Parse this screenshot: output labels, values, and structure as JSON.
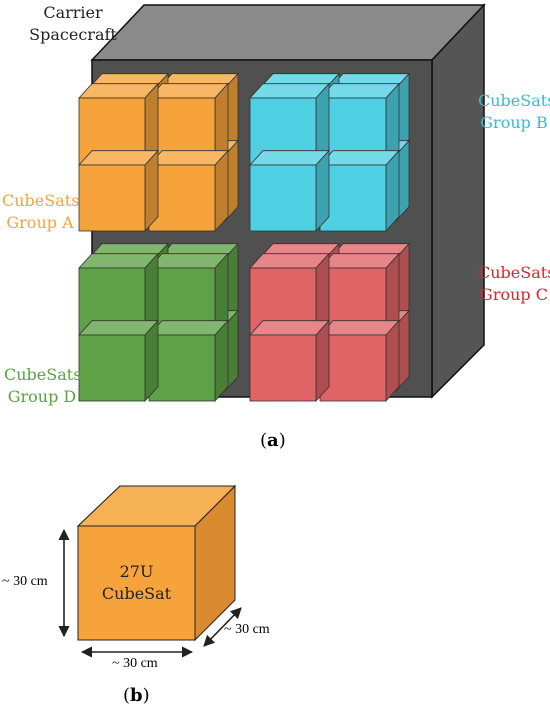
{
  "figure_a": {
    "carrier_label_line1": "Carrier",
    "carrier_label_line2": "Spacecraft",
    "caption_open": "(",
    "caption_letter": "a",
    "caption_close": ")",
    "groups": [
      {
        "id": "A",
        "line1": "CubeSats",
        "line2": "Group A",
        "color": "#f5a33a"
      },
      {
        "id": "B",
        "line1": "CubeSats",
        "line2": "Group B",
        "color": "#4ed0e2"
      },
      {
        "id": "C",
        "line1": "CubeSats",
        "line2": "Group C",
        "color": "#e06466"
      },
      {
        "id": "D",
        "line1": "CubeSats",
        "line2": "Group D",
        "color": "#5ea146"
      }
    ],
    "label_colors": {
      "A": "#f5a33a",
      "B": "#35bcd3",
      "C": "#d9252b",
      "D": "#55a53a"
    }
  },
  "figure_b": {
    "cube_line1": "27U",
    "cube_line2": "CubeSat",
    "height_label": "~ 30 cm",
    "width_label": "~ 30 cm",
    "depth_label": "~ 30 cm",
    "caption_open": "(",
    "caption_letter": "b",
    "caption_close": ")"
  }
}
